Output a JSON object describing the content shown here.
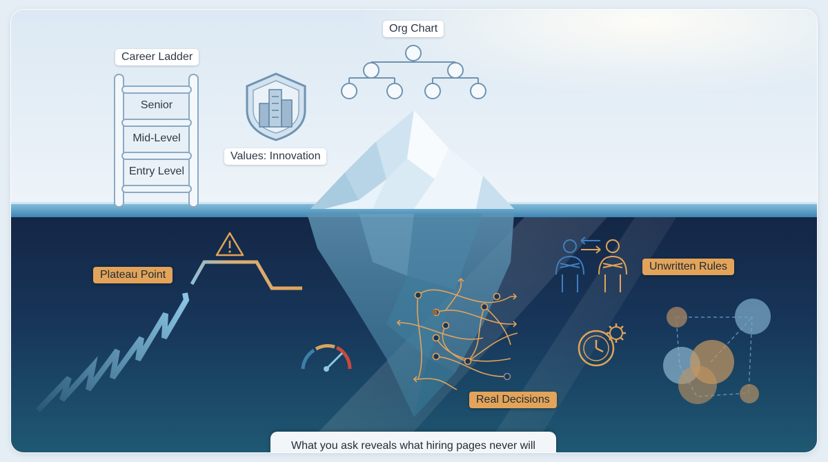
{
  "labels": {
    "career_ladder": "Career Ladder",
    "org_chart": "Org Chart",
    "values": "Values: Innovation",
    "plateau_point": "Plateau Point",
    "unwritten_rules": "Unwritten Rules",
    "real_decisions": "Real Decisions"
  },
  "ladder_rungs": [
    "Senior",
    "Mid-Level",
    "Entry Level"
  ],
  "caption": "What you ask reveals what hiring pages never will",
  "colors": {
    "sky_top": "#dde9f4",
    "water_deep": "#142645",
    "water_mid": "#1b3f5e",
    "accent_orange": "#e3a45a",
    "icon_blue": "#3e7fbf"
  },
  "icons": [
    "ladder-icon",
    "shield-building-icon",
    "org-chart-icon",
    "iceberg-icon",
    "warning-icon",
    "gauge-icon",
    "people-exchange-icon",
    "clock-gear-icon",
    "network-web-icon",
    "bubble-cluster-icon"
  ]
}
